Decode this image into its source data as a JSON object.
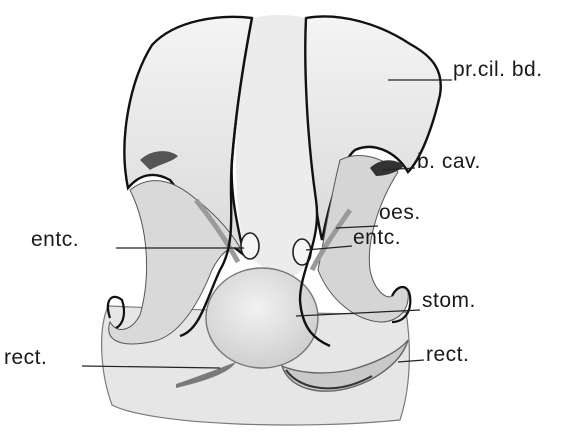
{
  "labels": {
    "pr_cil_bd": "pr.cil. bd.",
    "b_cav": "b. cav.",
    "oes": "oes.",
    "entc_right": "entc.",
    "entc_left": "entc.",
    "stom": "stom.",
    "rect_left": "rect.",
    "rect_right": "rect."
  },
  "colors": {
    "outline": "#111111",
    "fill": "#e8e8e8",
    "shade": "#bdbdbd",
    "leader": "#222222"
  }
}
